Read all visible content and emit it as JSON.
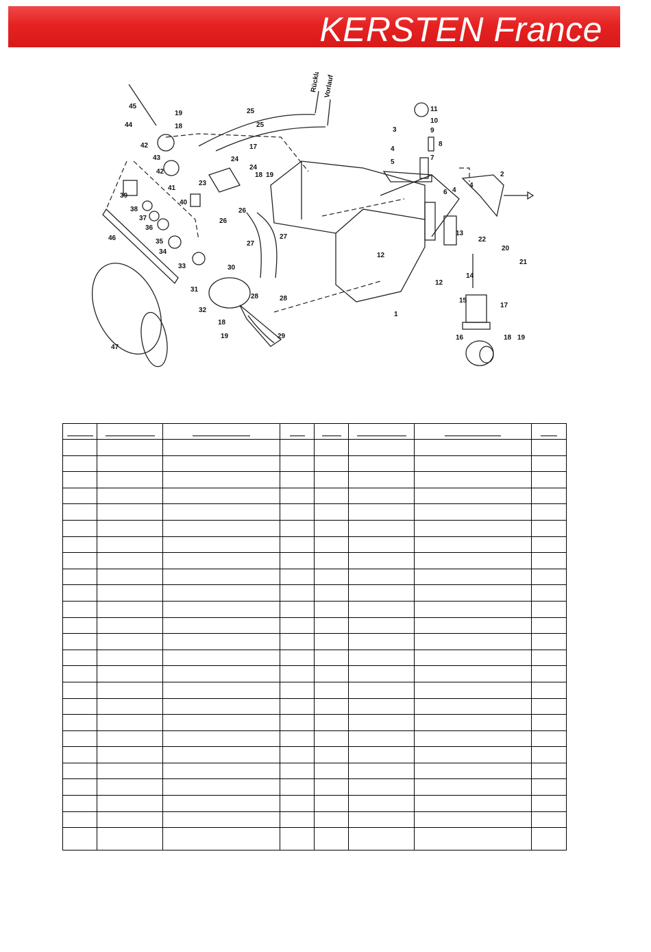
{
  "header": {
    "brand": "KERSTEN France"
  },
  "diagram": {
    "hose_labels": [
      "Rücklauf",
      "Vorlauf"
    ],
    "callouts": [
      "1",
      "2",
      "3",
      "4",
      "4",
      "4",
      "5",
      "6",
      "7",
      "8",
      "9",
      "10",
      "11",
      "12",
      "12",
      "13",
      "14",
      "15",
      "16",
      "17",
      "17",
      "18",
      "18",
      "18",
      "18",
      "19",
      "19",
      "19",
      "19",
      "20",
      "21",
      "22",
      "23",
      "24",
      "24",
      "25",
      "25",
      "26",
      "26",
      "27",
      "27",
      "28",
      "28",
      "29",
      "30",
      "31",
      "32",
      "33",
      "34",
      "35",
      "36",
      "37",
      "38",
      "39",
      "40",
      "41",
      "42",
      "42",
      "43",
      "44",
      "45",
      "46",
      "47"
    ]
  },
  "table": {
    "columns": 8,
    "body_rows": 25
  }
}
